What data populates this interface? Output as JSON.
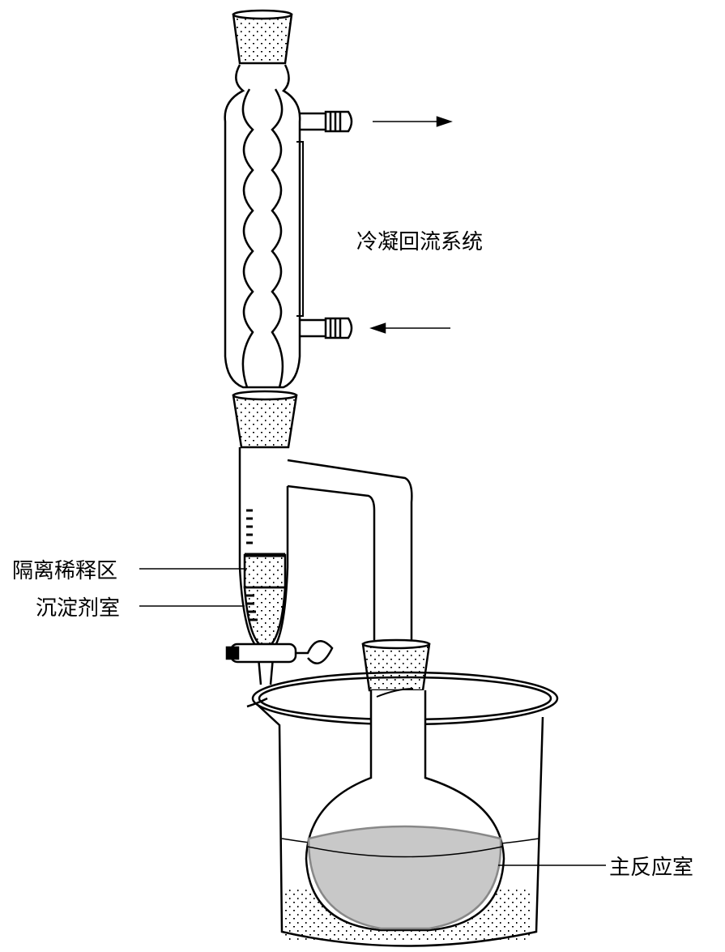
{
  "labels": {
    "condenser": "冷凝回流系统",
    "isolation_zone": "隔离稀释区",
    "precipitant_chamber": "沉淀剂室",
    "main_reaction_chamber": "主反应室"
  },
  "colors": {
    "line": "#000000",
    "liquid": "#c8c8c8"
  }
}
